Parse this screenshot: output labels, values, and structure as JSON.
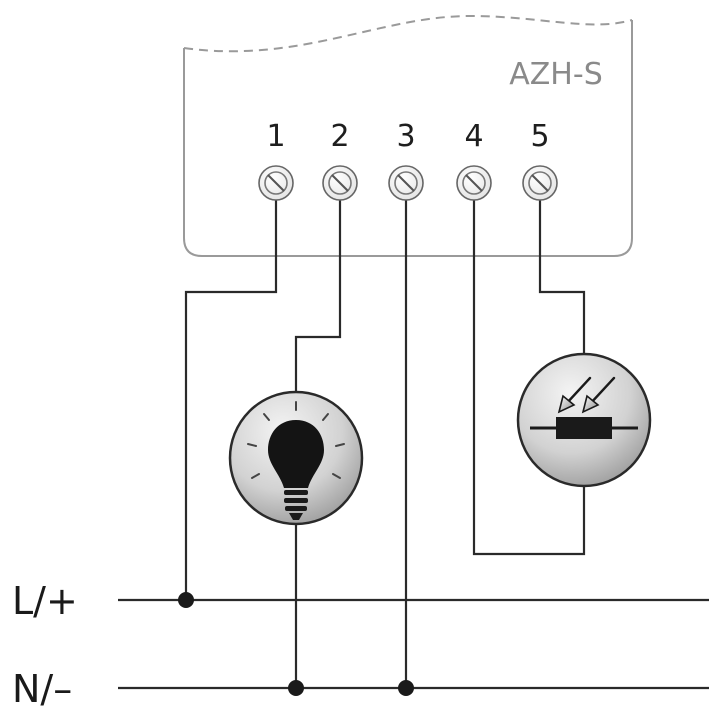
{
  "device": {
    "name": "AZH-S",
    "terminals": [
      "1",
      "2",
      "3",
      "4",
      "5"
    ]
  },
  "buses": {
    "line": "L/+",
    "neutral": "N/–"
  },
  "components": {
    "lamp": "lamp",
    "light_sensor": "photoresistor"
  },
  "colors": {
    "wire": "#2a2a2a",
    "housing": "#9a9a9a",
    "device_label": "#8a8a8a"
  }
}
